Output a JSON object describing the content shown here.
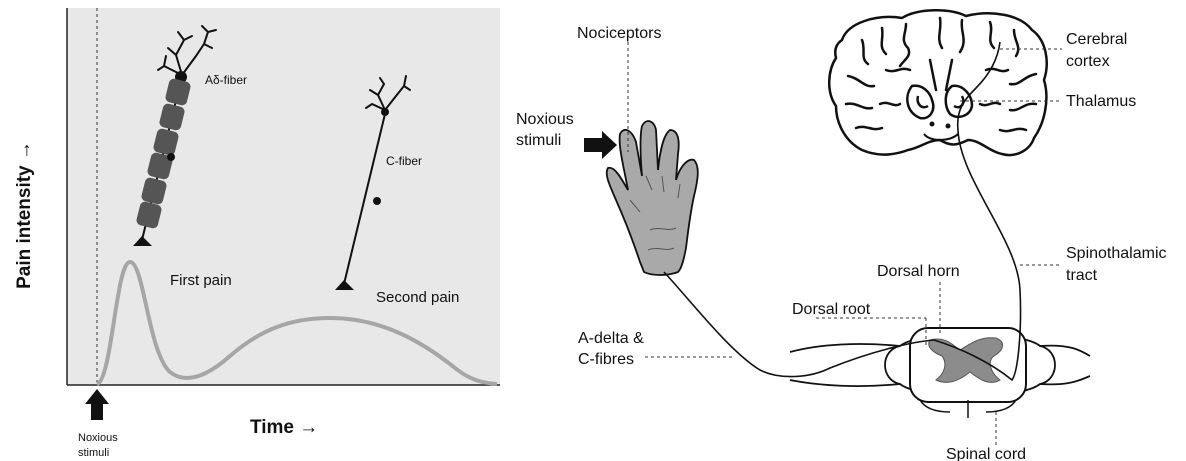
{
  "left_panel": {
    "y_axis_label": "Pain intensity →",
    "x_axis_label": "Time →",
    "stimulus_label_line1": "Noxious",
    "stimulus_label_line2": "stimuli",
    "fiber_a_label": "Aδ-fiber",
    "fiber_c_label": "C-fiber",
    "first_pain_label": "First pain",
    "second_pain_label": "Second pain",
    "curve_color": "#a6a6a6",
    "panel_bg": "#e8e8e8"
  },
  "right_panel": {
    "nociceptors_label": "Nociceptors",
    "noxious_line1": "Noxious",
    "noxious_line2": "stimuli",
    "cortex_line1": "Cerebral",
    "cortex_line2": "cortex",
    "thalamus_label": "Thalamus",
    "spinothalamic_line1": "Spinothalamic",
    "spinothalamic_line2": "tract",
    "dorsal_horn_label": "Dorsal horn",
    "dorsal_root_label": "Dorsal root",
    "fibres_line1": "A-delta &",
    "fibres_line2": "C-fibres",
    "spinal_cord_label": "Spinal cord",
    "hand_color": "#a9a9a9",
    "grey_matter_color": "#8c8c8c"
  }
}
